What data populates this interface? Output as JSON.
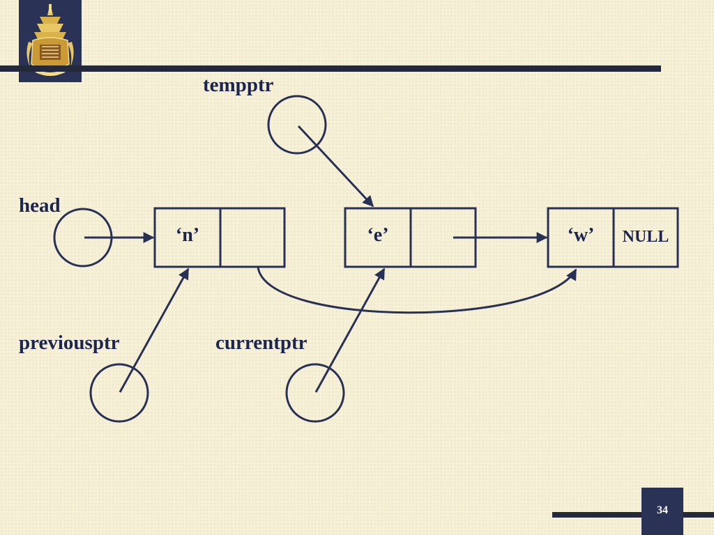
{
  "labels": {
    "tempptr": "tempptr",
    "head": "head",
    "previousptr": "previousptr",
    "currentptr": "currentptr"
  },
  "nodes": [
    {
      "data": "‘n’",
      "next": ""
    },
    {
      "data": "‘e’",
      "next": ""
    },
    {
      "data": "‘w’",
      "next": "NULL"
    }
  ],
  "page_number": "34",
  "logo": {
    "icon": "university-crest-icon"
  },
  "colors": {
    "ink": "#1b2550",
    "line": "#283056",
    "background": "#f6f0d6",
    "accent_box": "#2a3356"
  }
}
